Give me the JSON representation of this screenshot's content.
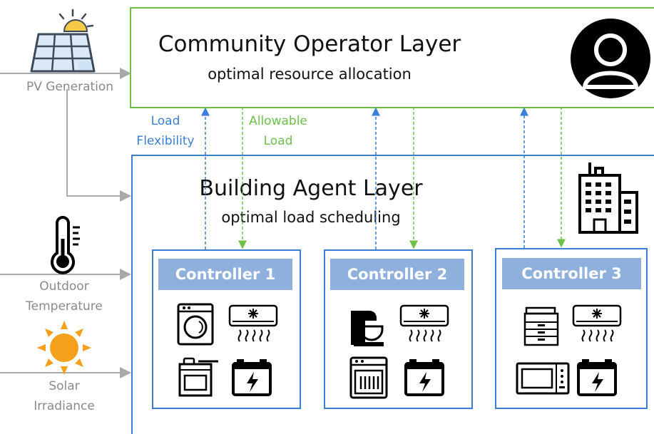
{
  "operator": {
    "title": "Community Operator Layer",
    "subtitle": "optimal resource allocation",
    "icon": "user-avatar-icon"
  },
  "building": {
    "title": "Building Agent Layer",
    "subtitle": "optimal load scheduling",
    "icon": "building-icon"
  },
  "flows": {
    "load_flexibility": [
      "Load",
      "Flexibility"
    ],
    "allowable_load": [
      "Allowable",
      "Load"
    ]
  },
  "inputs": {
    "pv": {
      "label": "PV Generation",
      "icon": "solar-panel-icon"
    },
    "outdoor": {
      "label": [
        "Outdoor",
        "Temperature"
      ],
      "icon": "thermometer-icon"
    },
    "solar": {
      "label": [
        "Solar",
        "Irradiance"
      ],
      "icon": "sun-icon"
    }
  },
  "controllers": [
    {
      "label": "Controller 1",
      "devices": [
        "washing-machine-icon",
        "air-conditioner-icon",
        "stove-icon",
        "battery-icon"
      ]
    },
    {
      "label": "Controller 2",
      "devices": [
        "stand-mixer-icon",
        "air-conditioner-icon",
        "dishwasher-icon",
        "battery-icon"
      ]
    },
    {
      "label": "Controller 3",
      "devices": [
        "printer-icon",
        "air-conditioner-icon",
        "microwave-icon",
        "battery-icon"
      ]
    }
  ],
  "colors": {
    "green": "#6cc04a",
    "blue": "#3a7fd5",
    "controller_header": "#8fb0dd",
    "gray": "#8a8a8a",
    "sun": "#f5a01a"
  }
}
